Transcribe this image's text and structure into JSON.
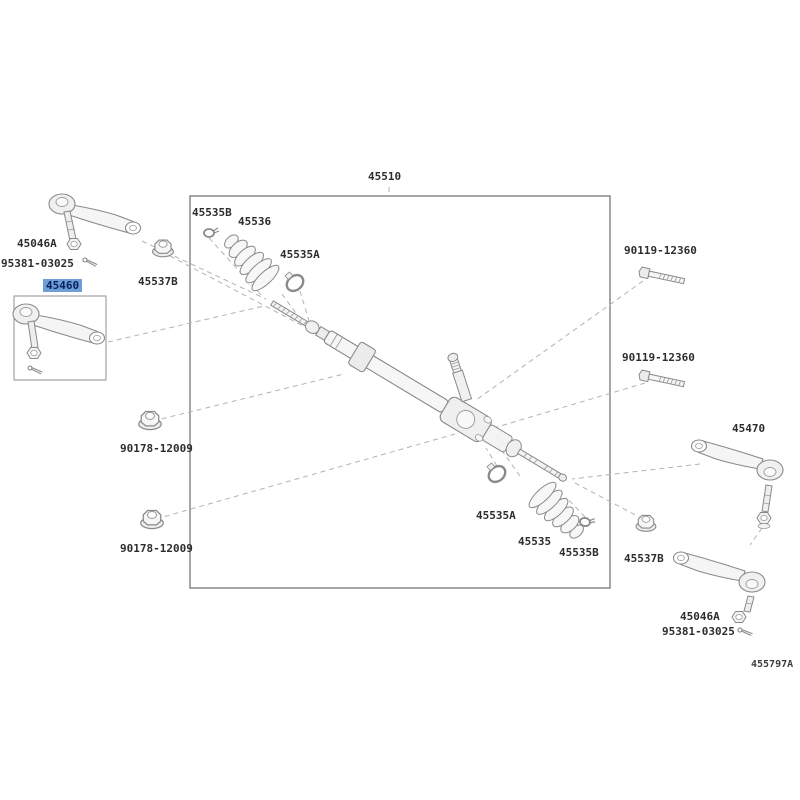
{
  "diagram": {
    "background": "#ffffff",
    "line_color": "#8a8a8a",
    "leader_line_color": "#b3b3b3",
    "highlight_bg": "#6d9ed6",
    "highlight_text": "#0a1e5e",
    "ref_code": "455797A",
    "selected_part": "45460",
    "labels": [
      {
        "id": "main-assembly",
        "text": "45510"
      },
      {
        "id": "clamp-small-top",
        "text": "45535B"
      },
      {
        "id": "boot-top",
        "text": "45536"
      },
      {
        "id": "clamp-large-top",
        "text": "45535A"
      },
      {
        "id": "castle-nut-top-left",
        "text": "45046A"
      },
      {
        "id": "cotter-pin-top-left",
        "text": "95381-03025"
      },
      {
        "id": "tie-rod-end-selected",
        "text": "45460"
      },
      {
        "id": "lock-nut-top-left",
        "text": "45537B"
      },
      {
        "id": "bolt-upper-right",
        "text": "90119-12360"
      },
      {
        "id": "bolt-mid-right",
        "text": "90119-12360"
      },
      {
        "id": "tie-rod-end-right",
        "text": "45470"
      },
      {
        "id": "mount-nut-mid-left",
        "text": "90178-12009"
      },
      {
        "id": "mount-nut-low-left",
        "text": "90178-12009"
      },
      {
        "id": "clamp-large-bottom",
        "text": "45535A"
      },
      {
        "id": "boot-bottom",
        "text": "45535"
      },
      {
        "id": "clamp-small-bottom",
        "text": "45535B"
      },
      {
        "id": "lock-nut-bottom",
        "text": "45537B"
      },
      {
        "id": "castle-nut-bottom-right",
        "text": "45046A"
      },
      {
        "id": "cotter-pin-bottom-right",
        "text": "95381-03025"
      }
    ]
  }
}
